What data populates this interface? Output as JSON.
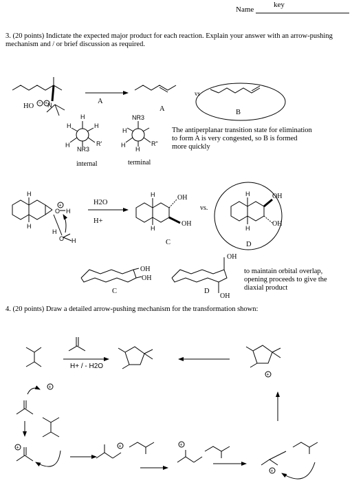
{
  "header": {
    "key_label": "key",
    "name_label": "Name"
  },
  "q3": {
    "prompt": "3.  (20 points)  Indictate the expected major product for each reaction.  Explain your answer with an arrow-pushing mechanism and / or brief discussion as required.",
    "rxn1": {
      "reagent": "A",
      "product_a": "A",
      "vs": "vs",
      "product_b": "B",
      "hydroxide": "HO",
      "newman_left_label": "internal",
      "newman_right_label": "terminal",
      "nr3": "NR3",
      "r_prime": "R'",
      "r_dprime": "R\"",
      "explanation_lines": [
        "The antiperplanar transition state for elimination",
        "to form A is very congested, so B is formed",
        "more quickly"
      ]
    },
    "rxn2": {
      "reagent_top": "H2O",
      "reagent_bottom": "H+",
      "vs": "vs.",
      "product_c": "C",
      "product_d": "D",
      "conf_c": "C",
      "conf_d": "D",
      "oh": "OH",
      "explanation_lines": [
        "to maintain orbital overlap,",
        "opening proceeds to give the",
        "diaxial product"
      ]
    }
  },
  "q4": {
    "prompt": "4.  (20 points)   Draw a detailed arrow-pushing mechanism for the transformation shown:",
    "reagent": "H+ / - H2O"
  }
}
